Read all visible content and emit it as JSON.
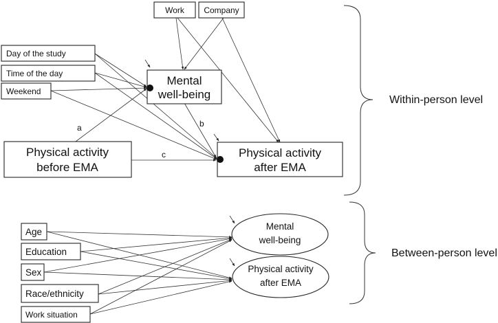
{
  "within": {
    "exogenous": {
      "work": "Work",
      "company": "Company",
      "day": "Day of the study",
      "time": "Time of the day",
      "weekend": "Weekend"
    },
    "pa_before": [
      "Physical activity",
      "before EMA"
    ],
    "mental": [
      "Mental",
      "well-being"
    ],
    "pa_after": [
      "Physical activity",
      "after EMA"
    ],
    "path_labels": {
      "a": "a",
      "b": "b",
      "c": "c"
    },
    "level_label": "Within-person level"
  },
  "between": {
    "predictors": {
      "age": "Age",
      "education": "Education",
      "sex": "Sex",
      "race": "Race/ethnicity",
      "work": "Work situation"
    },
    "mental": [
      "Mental",
      "well-being"
    ],
    "pa_after": [
      "Physical activity",
      "after EMA"
    ],
    "level_label": "Between-person level"
  }
}
